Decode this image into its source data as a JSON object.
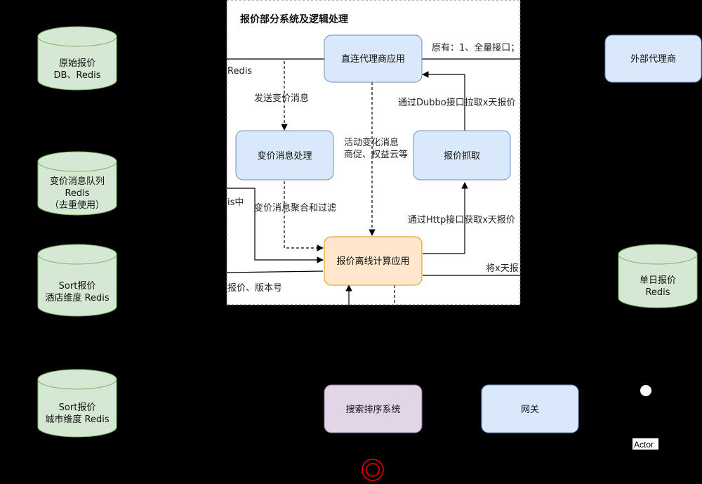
{
  "group": {
    "title": "报价部分系统及逻辑处理"
  },
  "cylinders": {
    "raw_price": {
      "line1": "原始报价",
      "line2": "DB、Redis"
    },
    "price_change_queue": {
      "line1": "变价消息队列",
      "line2": "Redis",
      "line3": "（去重使用）"
    },
    "sort_hotel": {
      "line1": "Sort报价",
      "line2": "酒店维度 Redis"
    },
    "sort_city": {
      "line1": "Sort报价",
      "line2": "城市维度 Redis"
    },
    "daily_price": {
      "line1": "单日报价",
      "line2": "Redis"
    }
  },
  "boxes": {
    "direct_agent_app": "直连代理商应用",
    "price_change_handler": "变价消息处理",
    "price_fetch": "报价抓取",
    "offline_calc_app": "报价离线计算应用",
    "external_agent": "外部代理商",
    "search_sort": "搜索排序系统",
    "gateway": "网关"
  },
  "edge_labels": {
    "existing": "原有：1、全量接口；",
    "redis": "Redis",
    "send_change_msg": "发送变价消息",
    "dubbo_fetch": "通过Dubbo接口拉取x天报价",
    "activity_change_1": "活动变化消息",
    "activity_change_2": "商促、权益云等",
    "queue_in": "is中",
    "aggregate_filter": "变价消息聚合和过滤",
    "http_fetch": "通过Http接口获取x天报价",
    "push_x_days": "将x天报",
    "price_version": "报价、版本号"
  },
  "actor": {
    "label": "Actor"
  },
  "colors": {
    "background": "#000000",
    "group_fill": "#ffffff",
    "blue_fill": "#dae8fc",
    "blue_stroke": "#6c8ebf",
    "green_fill": "#d5e8d4",
    "green_stroke": "#82b366",
    "orange_fill": "#ffe6cc",
    "orange_stroke": "#d79b00",
    "purple_fill": "#e1d5e7",
    "purple_stroke": "#9673a6",
    "stop_red": "#ff0000"
  }
}
